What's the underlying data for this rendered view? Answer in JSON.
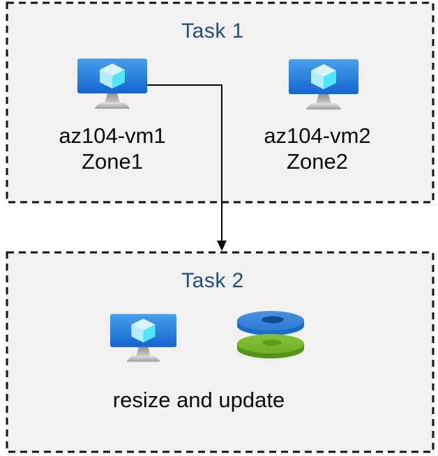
{
  "diagram": {
    "task1": {
      "title": "Task 1",
      "vms": [
        {
          "name": "az104-vm1",
          "zone": "Zone1"
        },
        {
          "name": "az104-vm2",
          "zone": "Zone2"
        }
      ]
    },
    "task2": {
      "title": "Task 2",
      "caption": "resize and update"
    },
    "icons": {
      "vm": "azure-virtual-machine-icon",
      "disks": "azure-disks-icon",
      "arrow": "down-arrow-connector"
    },
    "colors": {
      "panel_bg": "#f1f1f1",
      "dashed_border": "#111111",
      "title_text": "#1f4e79",
      "label_text": "#0a0a0a",
      "arrow": "#000000",
      "monitor_gradient_top": "#45a0ea",
      "monitor_gradient_bottom": "#1565cf",
      "cube_top": "#d8f3fe",
      "cube_left": "#b5ecfb",
      "cube_right": "#50e6ff",
      "disk_blue_top": "#3381d7",
      "disk_blue_rim": "#1b6bc9",
      "disk_blue_hole": "#0f4e8c",
      "disk_green_top": "#76b72e",
      "disk_green_rim": "#55921a",
      "disk_green_hole": "#5d9d1e"
    }
  }
}
